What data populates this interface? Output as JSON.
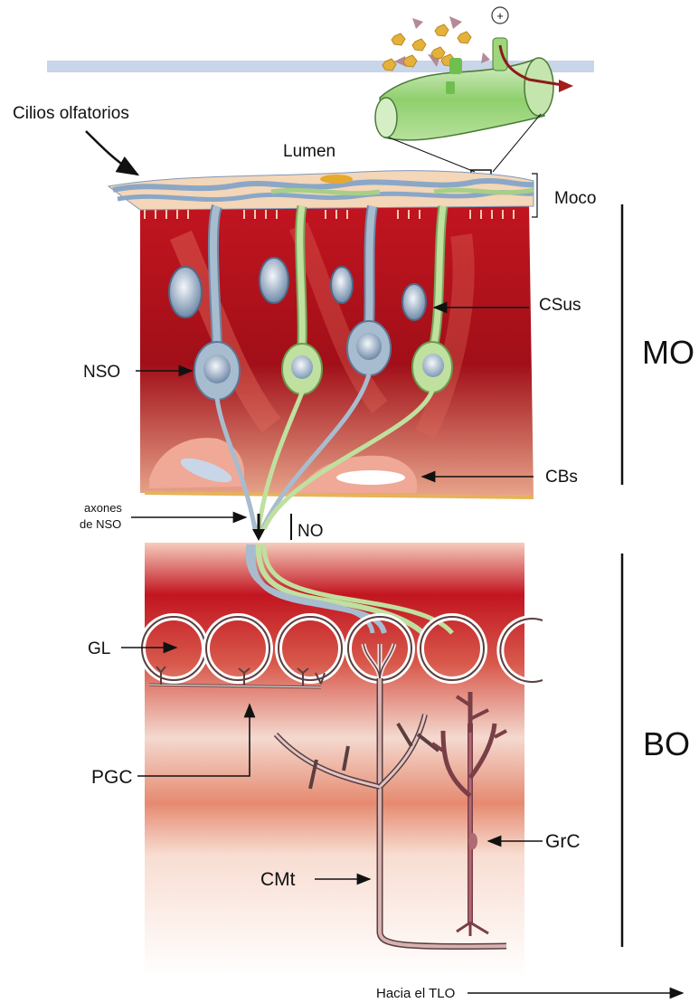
{
  "labels": {
    "cilios": "Cilios olfatorios",
    "lumen": "Lumen",
    "moco": "Moco",
    "csus": "CSus",
    "nso": "NSO",
    "cbs": "CBs",
    "axones_line1": "axones",
    "axones_line2": "de NSO",
    "no": "NO",
    "gl": "GL",
    "pgc": "PGC",
    "cmt": "CMt",
    "grc": "GrC",
    "mo": "MO",
    "bo": "BO",
    "hacia": "Hacia el TLO",
    "plus": "+"
  },
  "colors": {
    "tissue_red": "#b3121a",
    "tissue_light": "#f3b9a0",
    "neuron_blue": "#8fa6bf",
    "neuron_green": "#a9cf86",
    "mitral": "#c9a0a0",
    "granule": "#9e5a63"
  }
}
